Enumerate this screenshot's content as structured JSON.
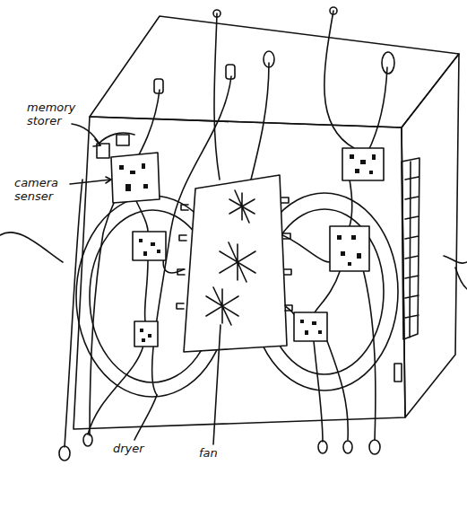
{
  "diagram": {
    "labels": [
      "memory storer",
      "camera senser",
      "dryer",
      "fan"
    ]
  }
}
